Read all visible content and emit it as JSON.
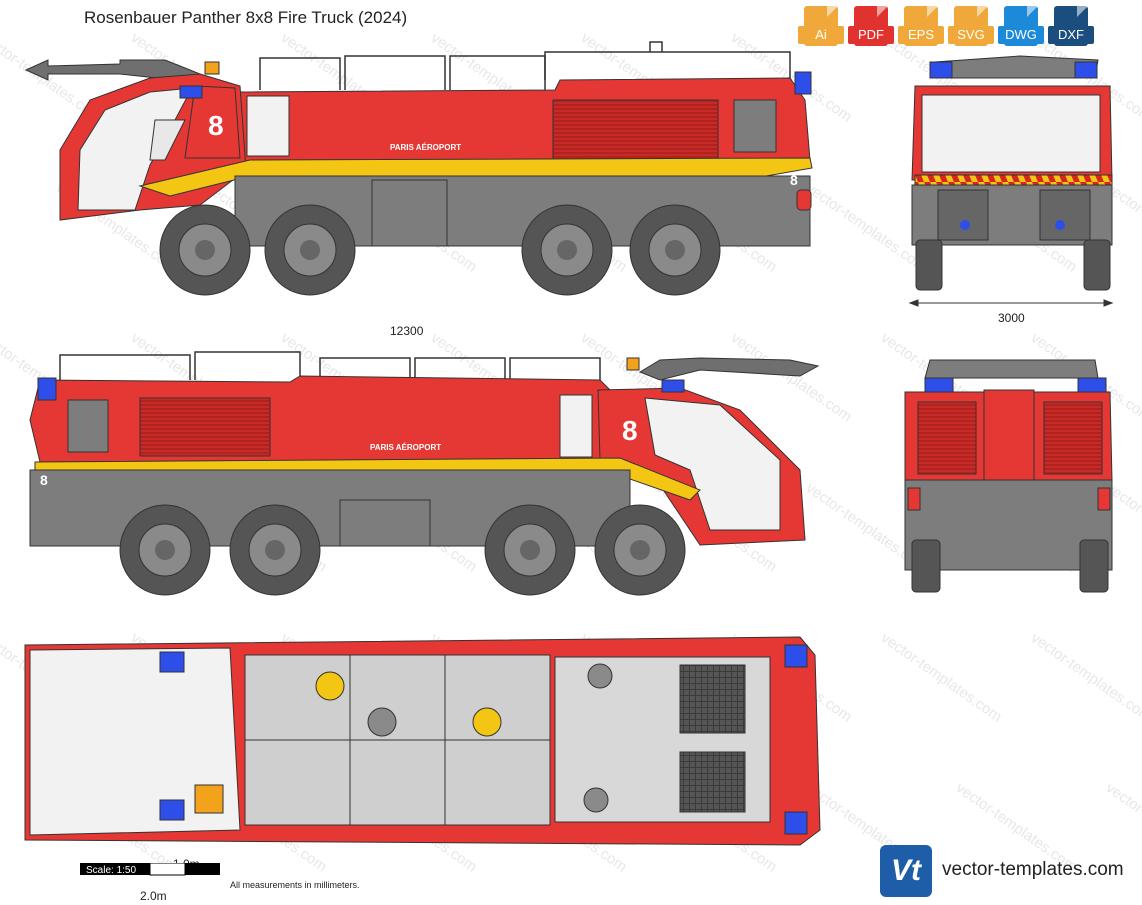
{
  "title": "Rosenbauer Panther 8x8 Fire Truck (2024)",
  "formats": [
    {
      "label": "Ai",
      "color": "#f0a83a",
      "icon": "ai-file-icon"
    },
    {
      "label": "PDF",
      "color": "#e0322f",
      "icon": "pdf-file-icon"
    },
    {
      "label": "EPS",
      "color": "#f0a83a",
      "icon": "eps-file-icon"
    },
    {
      "label": "SVG",
      "color": "#f0a83a",
      "icon": "svg-file-icon"
    },
    {
      "label": "DWG",
      "color": "#1c8ad8",
      "icon": "dwg-file-icon"
    },
    {
      "label": "DXF",
      "color": "#1b4e7e",
      "icon": "dxf-file-icon"
    }
  ],
  "dimensions": {
    "length": "12300",
    "width": "3000"
  },
  "truck": {
    "number": "8",
    "airport_text": "PARIS AÉROPORT",
    "body_color": "#e53835",
    "stripe_color": "#f3c613",
    "chassis_color": "#7d7d7d",
    "light_color": "#2d4ee8"
  },
  "scale": {
    "label": "Scale: 1:50",
    "one_m": "1.0m",
    "two_m": "2.0m"
  },
  "note": "All measurements in millimeters.",
  "brand": {
    "logo": "Vt",
    "text": "vector-templates.com"
  },
  "watermark": "vector-templates.com"
}
